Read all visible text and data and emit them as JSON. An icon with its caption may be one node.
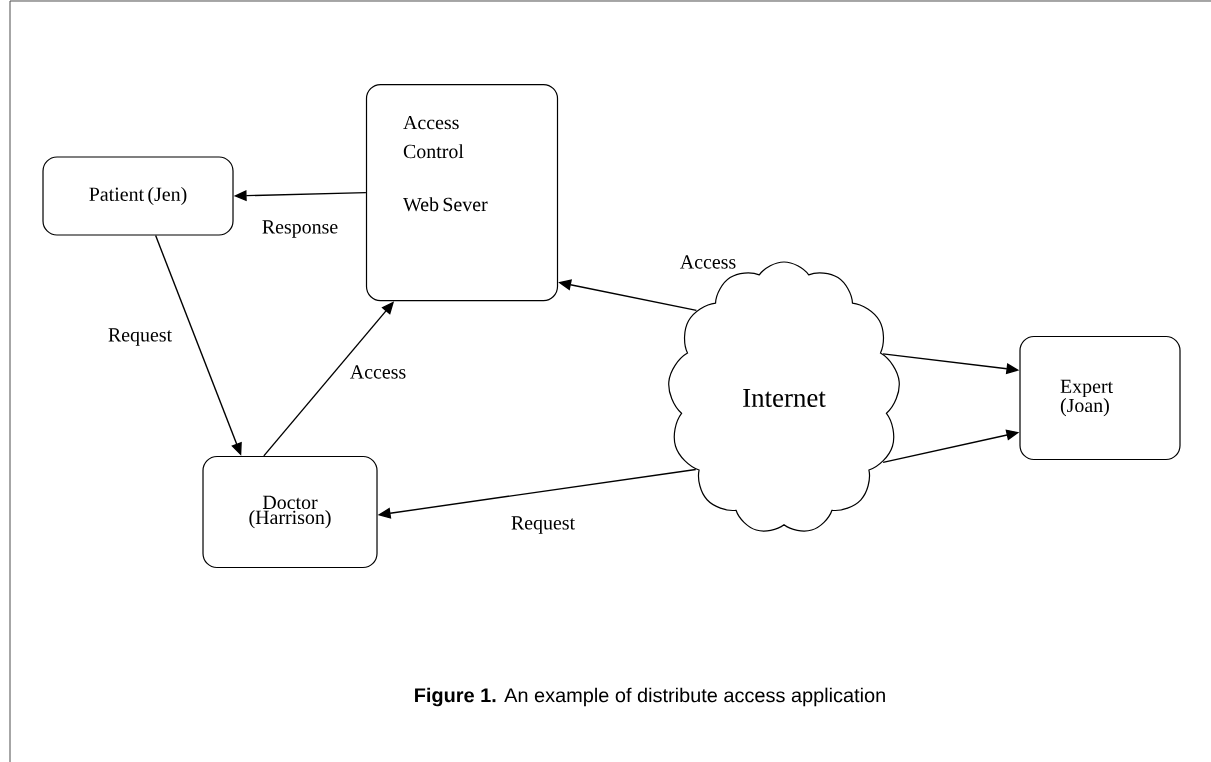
{
  "diagram": {
    "caption": "**Figure 1.**  An example of distribute access application",
    "nodes": [
      {
        "text": [
          "Patient (Jen)"
        ]
      },
      {
        "text": [
          "Access Control",
          "Web Sever"
        ]
      },
      {
        "text": [
          "Doctor (Harrison)"
        ]
      },
      {
        "text": [
          "Internet"
        ]
      },
      {
        "text": [
          "Expert (Joan)"
        ]
      }
    ],
    "edges": [
      {
        "from": 1,
        "to": 0,
        "arrow": "to",
        "label": "Response"
      },
      {
        "from": 0,
        "to": 2,
        "arrow": "to",
        "label": "Request"
      },
      {
        "from": 2,
        "to": 1,
        "arrow": "to",
        "label": "Access"
      },
      {
        "from": 3,
        "to": 1,
        "arrow": "to",
        "label": "Access"
      },
      {
        "from": 3,
        "to": 4,
        "arrow": "to"
      },
      {
        "from": 3,
        "to": 4,
        "arrow": "to"
      },
      {
        "from": 3,
        "to": 2,
        "arrow": "to",
        "label": "Request"
      }
    ]
  }
}
